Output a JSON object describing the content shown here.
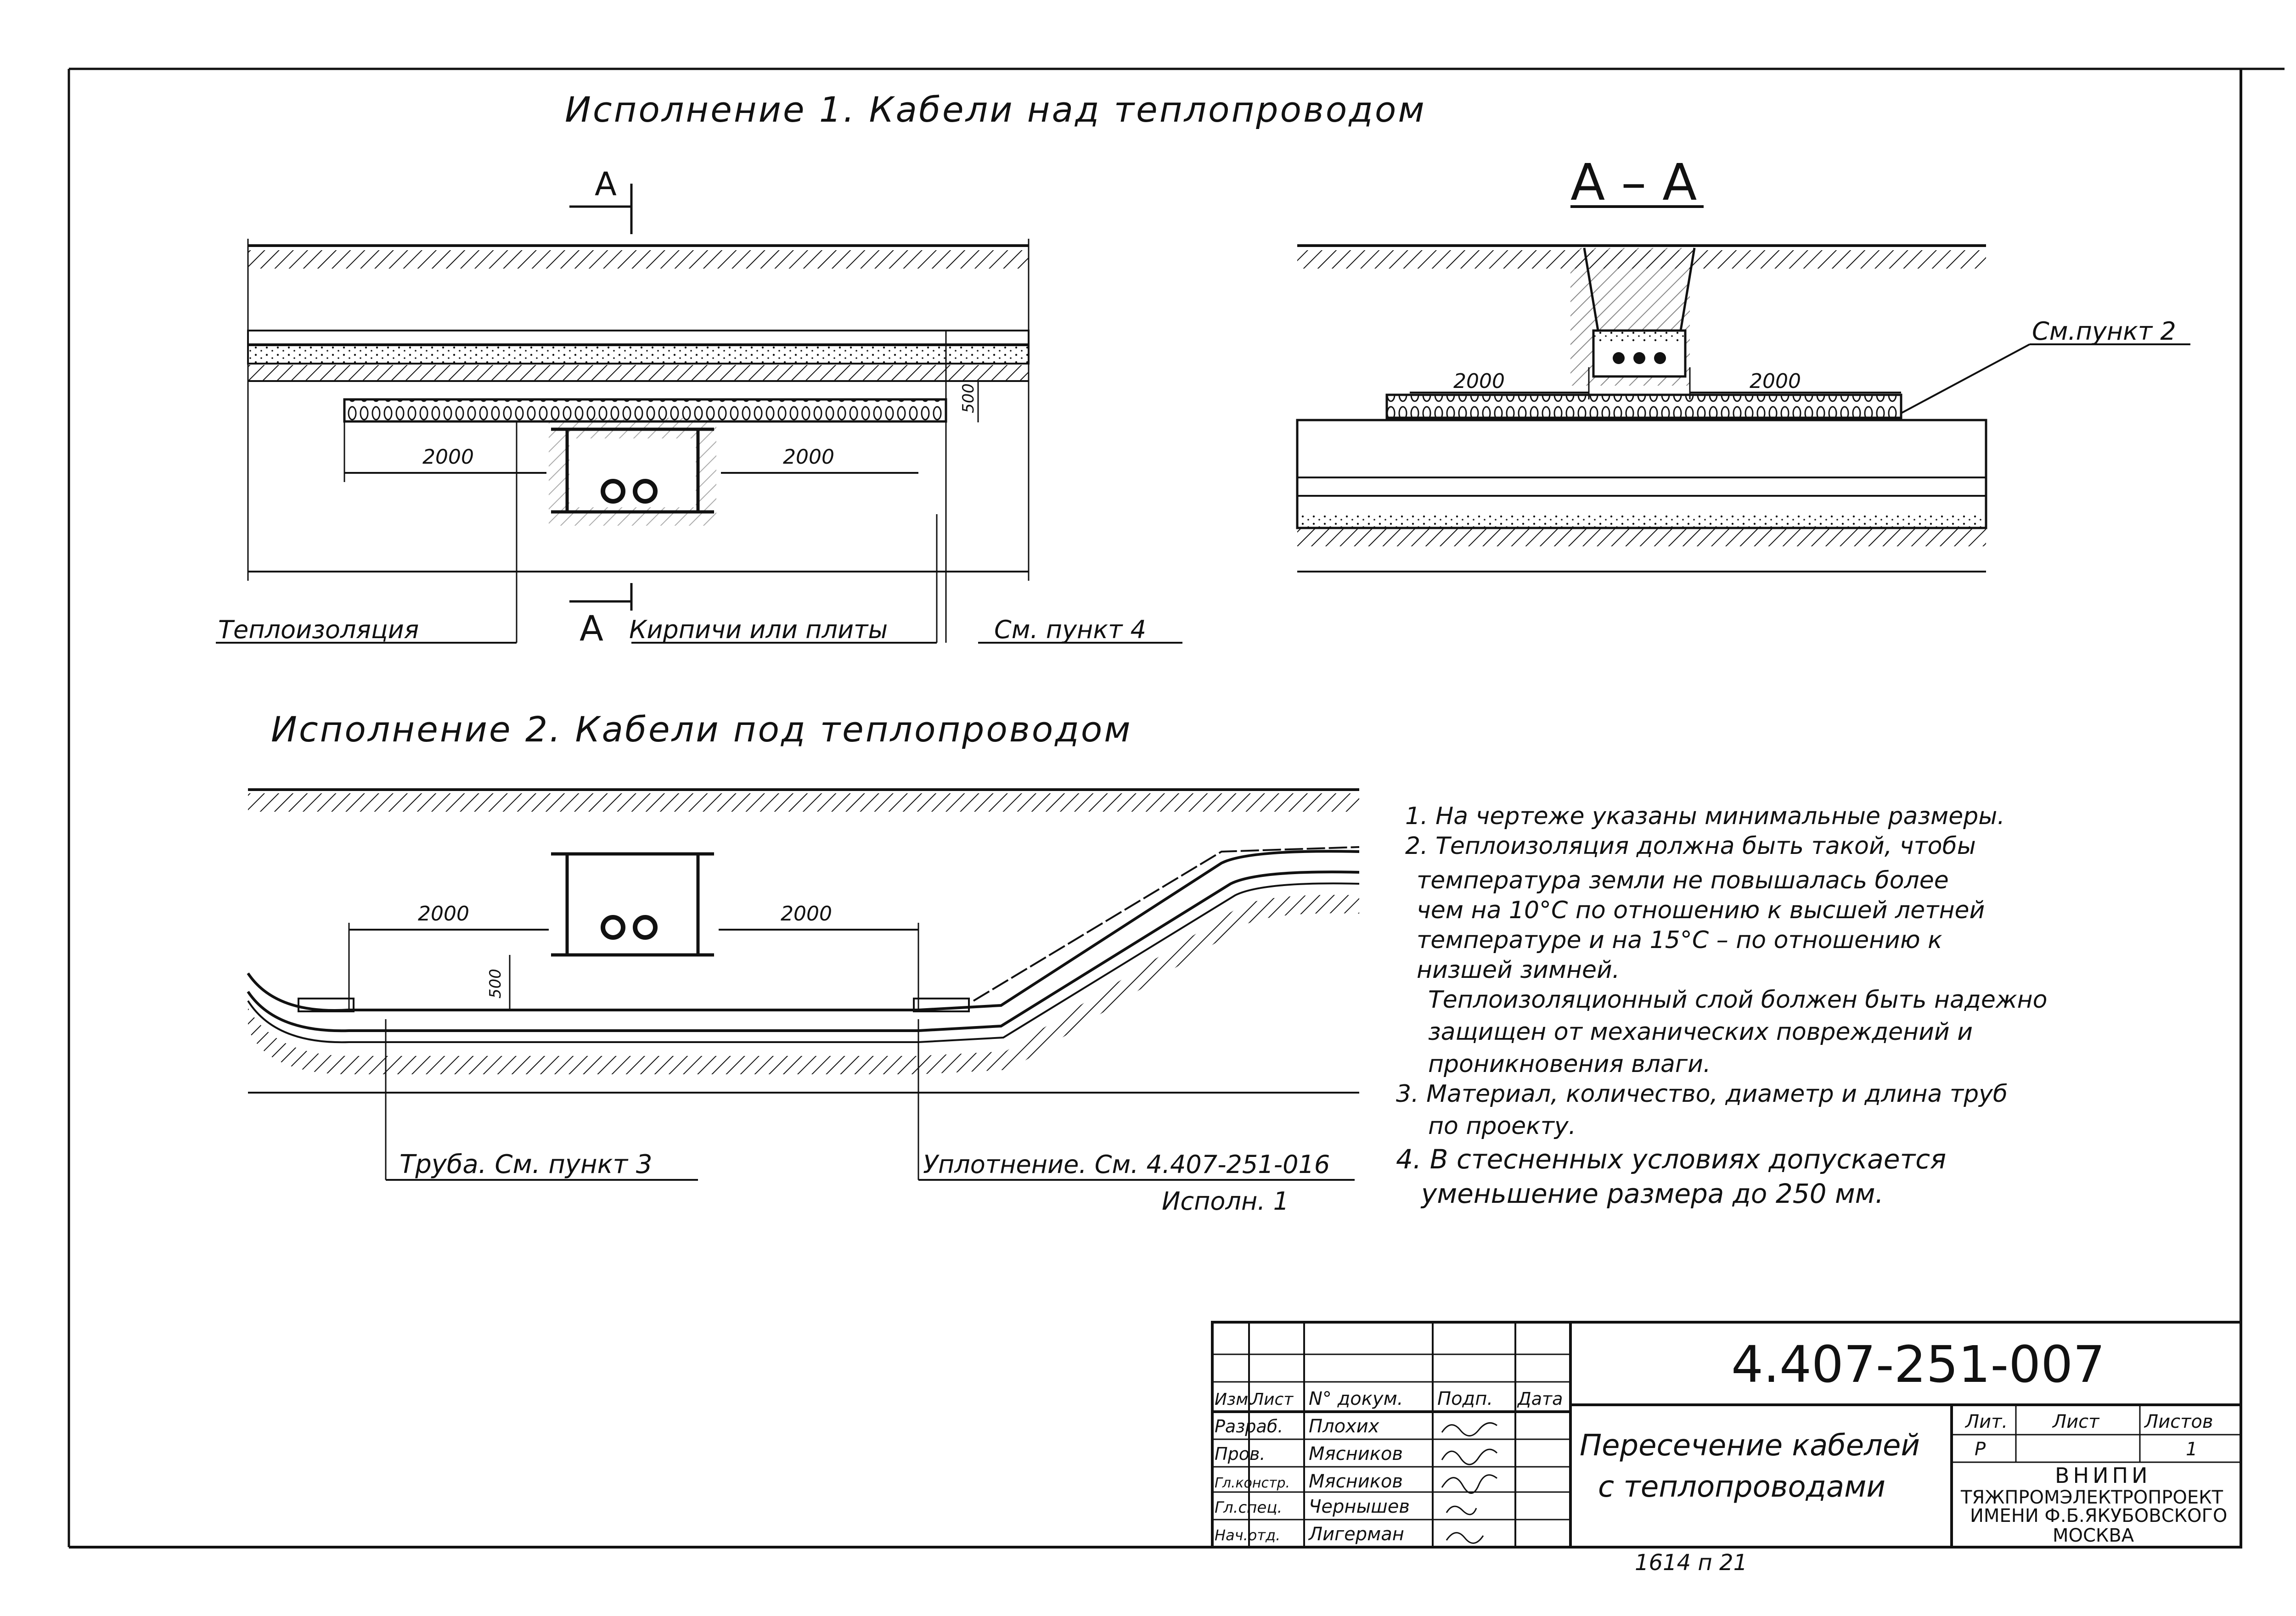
{
  "drawing": {
    "title_1": "Исполнение 1.  Кабели  над  теплопроводом",
    "title_2": "Исполнение 2. Кабели  под  теплопроводом",
    "section_label": "А – А",
    "cut_mark": "А",
    "dims": {
      "d1": "2000",
      "d2": "2000",
      "d3": "2000",
      "d4": "2000",
      "d5": "2000",
      "d6": "2000",
      "v1": "500",
      "v2": "500"
    },
    "labels": {
      "insulation": "Теплоизоляция",
      "bricks": "Кирпичи или плиты",
      "see_p4": "См. пункт 4",
      "see_p2": "См.пункт 2",
      "pipe": "Труба. См. пункт 3",
      "seal": "Уплотнение. См. 4.407-251-016",
      "seal_sub": "Исполн. 1"
    }
  },
  "notes": [
    "1. На чертеже указаны минимальные размеры.",
    "2. Теплоизоляция должна быть такой, чтобы",
    "температура земли не повышалась более",
    "чем на 10°С по отношению к высшей летней",
    "температуре и на 15°С – по отношению к",
    "низшей зимней.",
    "Теплоизоляционный слой болжен быть надежно",
    "защищен от механических повреждений и",
    "проникновения влаги.",
    "3. Материал, количество, диаметр и длина труб",
    "по проекту.",
    "4. В стесненных условиях допускается",
    "уменьшение размера до 250 мм."
  ],
  "title_block": {
    "doc_number": "4.407-251-007",
    "name_line_1": "Пересечение кабелей",
    "name_line_2": "с теплопроводами",
    "headers": [
      "Изм.",
      "Лист",
      "N° докум.",
      "Подп.",
      "Дата"
    ],
    "roles": [
      "Разраб.",
      "Пров.",
      "Гл.констр.",
      "Гл.спец.",
      "Нач.отд."
    ],
    "names": [
      "Плохих",
      "Мясников",
      "Мясников",
      "Чернышев",
      "Лигерман"
    ],
    "lit_header": "Лит.",
    "sheet_header": "Лист",
    "sheets_header": "Листов",
    "lit_value": "Р",
    "sheets_value": "1",
    "org_line_1": "ВНИПИ",
    "org_line_2": "ТЯЖПРОМЭЛЕКТРОПРОЕКТ",
    "org_line_3": "ИМЕНИ Ф.Б.ЯКУБОВСКОГО",
    "org_line_4": "МОСКВА",
    "footer": "1614 п 21"
  }
}
